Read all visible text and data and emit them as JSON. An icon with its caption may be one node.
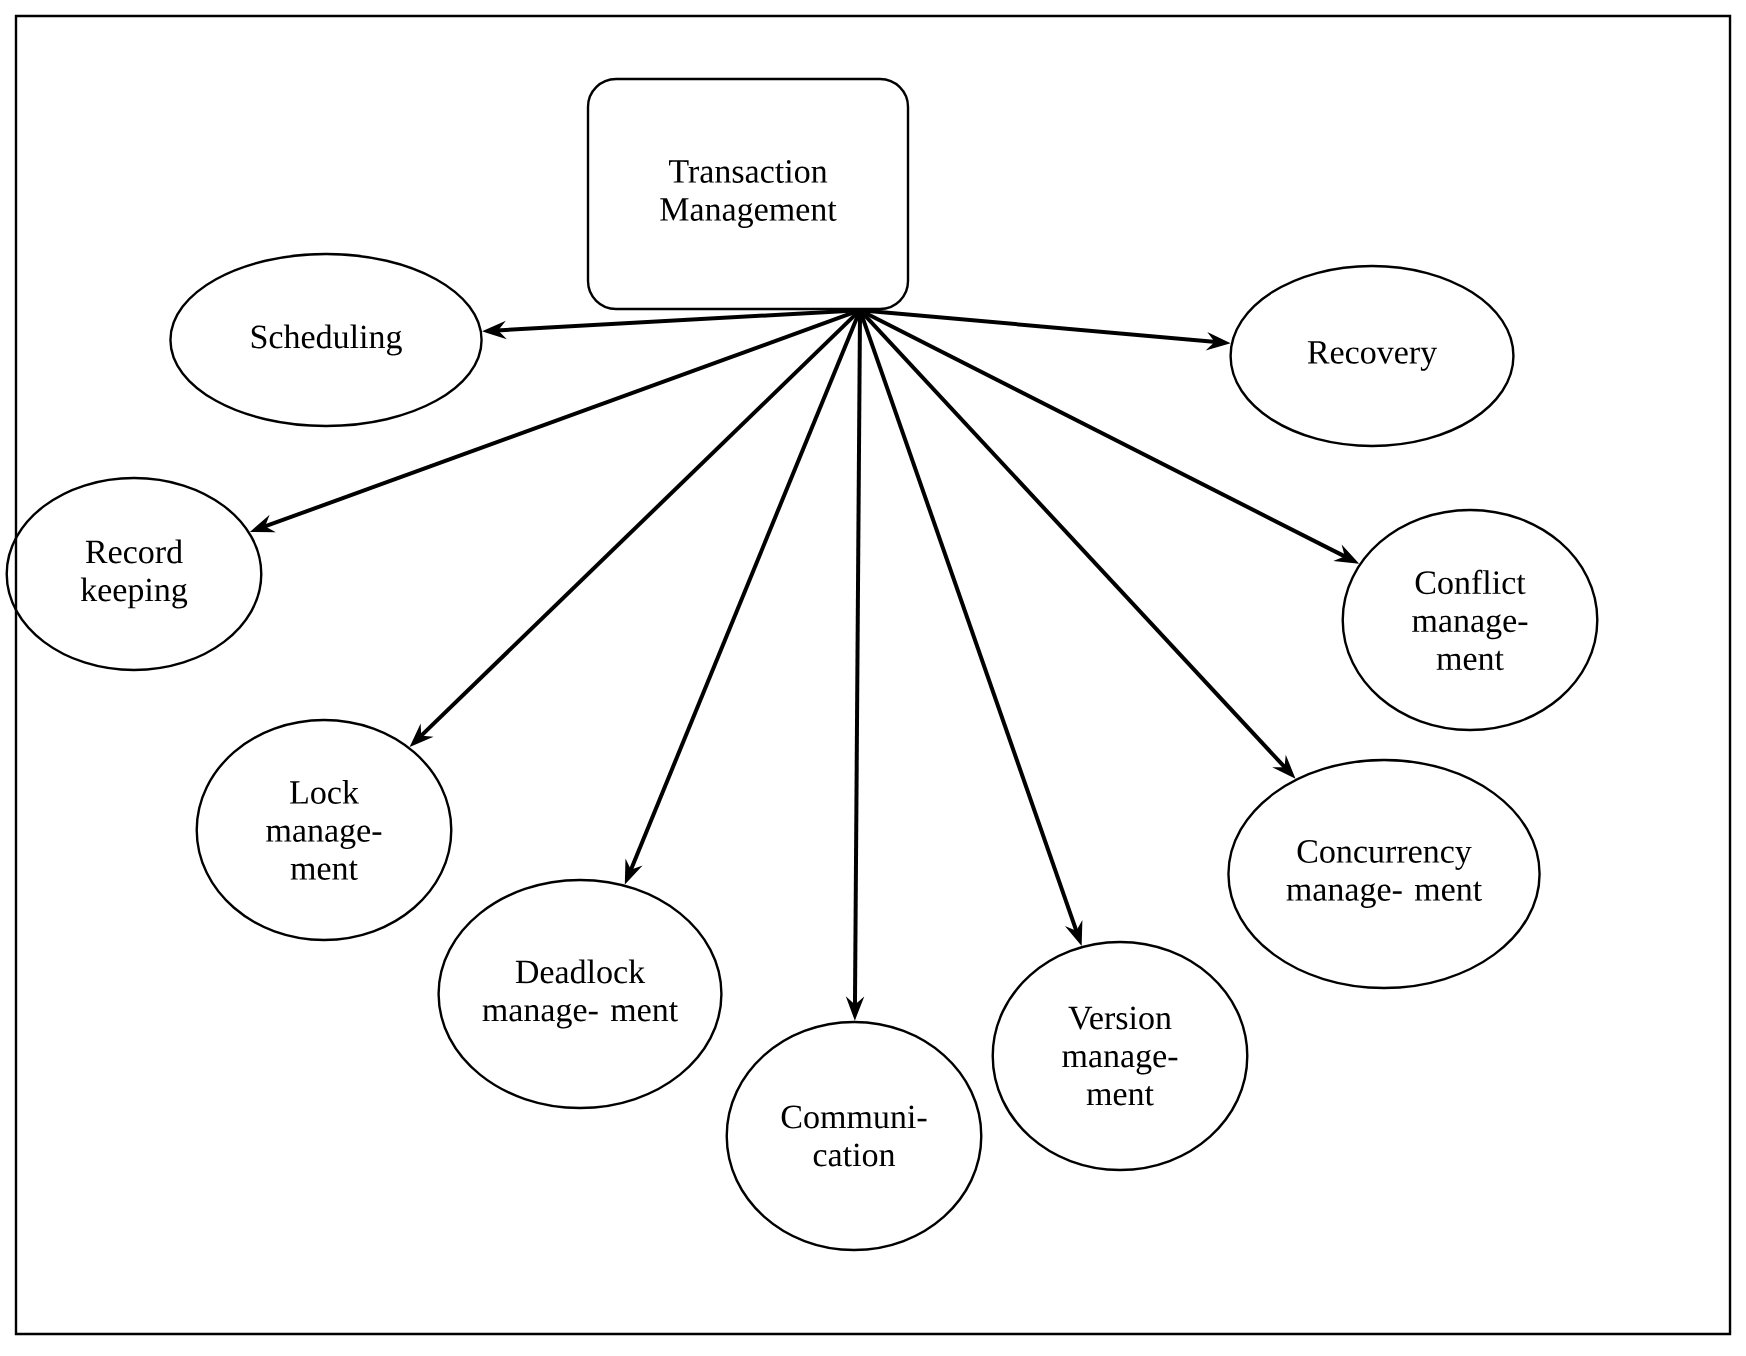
{
  "diagram": {
    "nodes": [
      {
        "text": [
          "Transaction Management"
        ]
      },
      {
        "text": [
          "Scheduling"
        ]
      },
      {
        "text": [
          "Recovery"
        ]
      },
      {
        "text": [
          "Record keeping"
        ]
      },
      {
        "text": [
          "Conflict manage- ment"
        ]
      },
      {
        "text": [
          "Lock manage- ment"
        ]
      },
      {
        "text": [
          "Concurrency manage- ment"
        ]
      },
      {
        "text": [
          "Deadlock manage- ment"
        ]
      },
      {
        "text": [
          "Communi- cation"
        ]
      },
      {
        "text": [
          "Version manage- ment"
        ]
      }
    ],
    "edges": [
      {
        "from": 0,
        "to": 1,
        "arrow": "to"
      },
      {
        "from": 0,
        "to": 2,
        "arrow": "to"
      },
      {
        "from": 0,
        "to": 3,
        "arrow": "to"
      },
      {
        "from": 0,
        "to": 4,
        "arrow": "to"
      },
      {
        "from": 0,
        "to": 5,
        "arrow": "to"
      },
      {
        "from": 0,
        "to": 6,
        "arrow": "to"
      },
      {
        "from": 0,
        "to": 7,
        "arrow": "to"
      },
      {
        "from": 0,
        "to": 8,
        "arrow": "to"
      },
      {
        "from": 0,
        "to": 9,
        "arrow": "to"
      }
    ]
  }
}
